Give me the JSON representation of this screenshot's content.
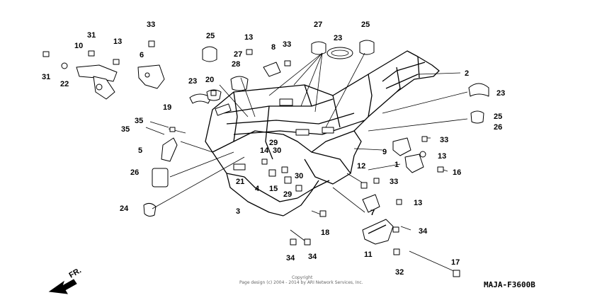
{
  "diagram_code": "MAJA-F3600B",
  "direction_label": "FR.",
  "copyright": {
    "line1": "Copyright",
    "line2": "Page design (c) 2004 - 2014 by ARI Network Services, Inc."
  },
  "callouts": [
    "31",
    "13",
    "10",
    "22",
    "31",
    "6",
    "33",
    "25",
    "13",
    "27",
    "28",
    "8",
    "33",
    "27",
    "23",
    "25",
    "2",
    "23",
    "20",
    "23",
    "19",
    "35",
    "35",
    "25",
    "26",
    "5",
    "33",
    "9",
    "13",
    "26",
    "1",
    "16",
    "29",
    "14",
    "30",
    "12",
    "30",
    "15",
    "4",
    "29",
    "21",
    "33",
    "3",
    "24",
    "7",
    "13",
    "18",
    "34",
    "11",
    "34",
    "34",
    "17",
    "32"
  ]
}
